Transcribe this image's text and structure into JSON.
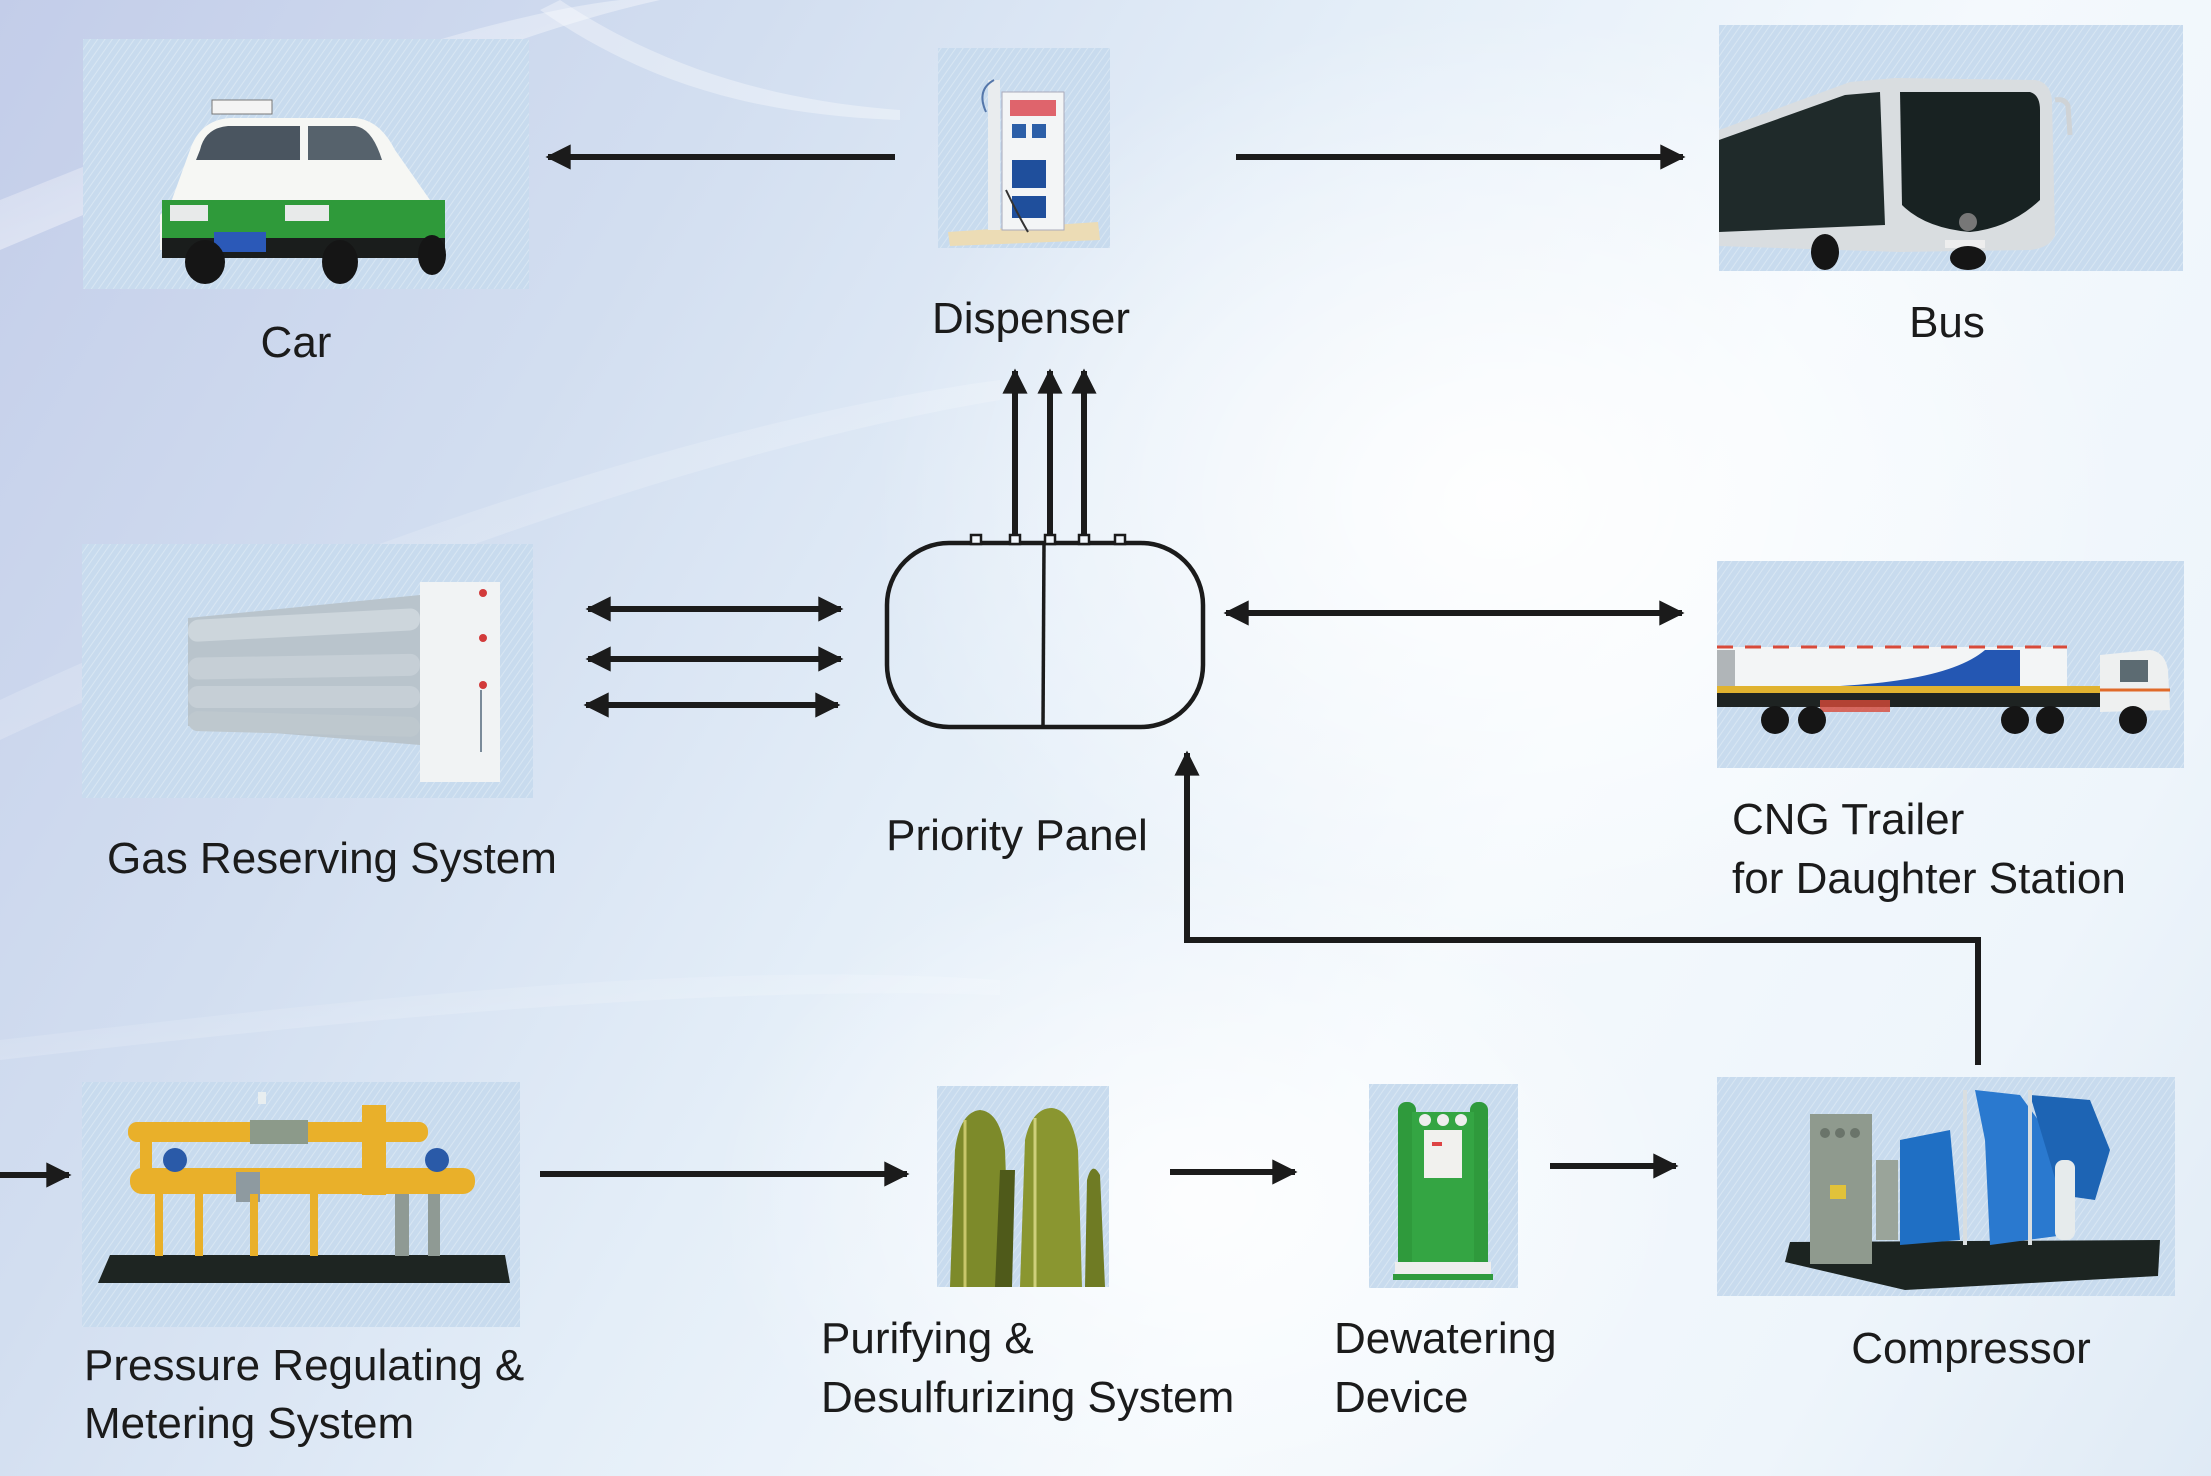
{
  "diagram": {
    "title": "CNG Station Process Flow",
    "nodes": {
      "car": {
        "label": "Car",
        "icon": "taxi-car-photo"
      },
      "dispenser": {
        "label": "Dispenser",
        "icon": "gas-dispenser-photo"
      },
      "bus": {
        "label": "Bus",
        "icon": "city-bus-photo"
      },
      "gas_reserving": {
        "label": "Gas Reserving System",
        "icon": "storage-cylinders-photo"
      },
      "priority_panel": {
        "label": "Priority Panel",
        "icon": "priority-panel-symbol"
      },
      "cng_trailer": {
        "label_line1": "CNG Trailer",
        "label_line2": "for Daughter Station",
        "icon": "tube-trailer-truck-photo"
      },
      "pressure_regulating": {
        "label_line1": "Pressure Regulating &",
        "label_line2": "Metering System",
        "icon": "metering-skid-photo"
      },
      "purifying": {
        "label_line1": "Purifying &",
        "label_line2": "Desulfurizing System",
        "icon": "purifier-towers-photo"
      },
      "dewatering": {
        "label_line1": "Dewatering",
        "label_line2": "Device",
        "icon": "dryer-unit-photo"
      },
      "compressor": {
        "label": "Compressor",
        "icon": "compressor-skid-photo"
      }
    },
    "edges": [
      {
        "from": "dispenser",
        "to": "car",
        "type": "one-way"
      },
      {
        "from": "dispenser",
        "to": "bus",
        "type": "one-way"
      },
      {
        "from": "priority_panel",
        "to": "dispenser",
        "type": "one-way",
        "count": 3
      },
      {
        "from": "priority_panel",
        "to": "gas_reserving",
        "type": "two-way",
        "count": 3
      },
      {
        "from": "priority_panel",
        "to": "cng_trailer",
        "type": "two-way"
      },
      {
        "from": "compressor",
        "to": "priority_panel",
        "type": "one-way"
      },
      {
        "from": "inlet",
        "to": "pressure_regulating",
        "type": "one-way"
      },
      {
        "from": "pressure_regulating",
        "to": "purifying",
        "type": "one-way"
      },
      {
        "from": "purifying",
        "to": "dewatering",
        "type": "one-way"
      },
      {
        "from": "dewatering",
        "to": "compressor",
        "type": "one-way"
      }
    ],
    "colors": {
      "line": "#1b1b1b",
      "photo_background": "#c8dbee",
      "taxi_green": "#2e9a3a",
      "pipe_yellow": "#e9b02a",
      "compressor_blue": "#1f6fc4",
      "dryer_green": "#2f9a3c",
      "purifier_olive": "#7d8a2a"
    }
  }
}
